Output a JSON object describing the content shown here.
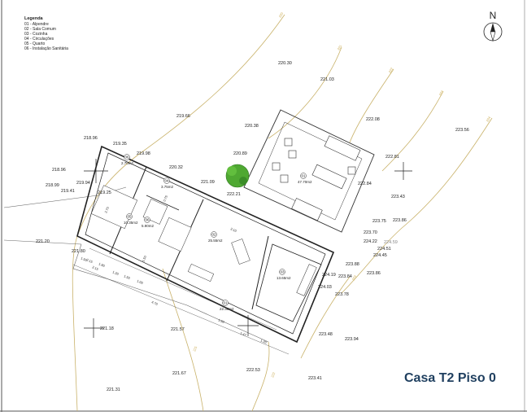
{
  "legend": {
    "title": "Legenda",
    "items": [
      "01 - Alpendre",
      "02 - Sala Comum",
      "03 - Cozinha",
      "04 - Circulações",
      "05 - Quarto",
      "06 - Instalação Sanitária"
    ]
  },
  "north_label": "N",
  "title": "Casa T2 Piso 0",
  "elevations": [
    {
      "value": "220.30"
    },
    {
      "value": "221.03"
    },
    {
      "value": "219.66"
    },
    {
      "value": "220.38"
    },
    {
      "value": "222.08"
    },
    {
      "value": "223.56"
    },
    {
      "value": "218.96"
    },
    {
      "value": "219.35"
    },
    {
      "value": "219.98"
    },
    {
      "value": "220.32"
    },
    {
      "value": "220.89"
    },
    {
      "value": "222.81"
    },
    {
      "value": "218.96"
    },
    {
      "value": "218.99"
    },
    {
      "value": "219.41"
    },
    {
      "value": "219.94"
    },
    {
      "value": "221.09"
    },
    {
      "value": "222.21"
    },
    {
      "value": "222.84"
    },
    {
      "value": "223.43"
    },
    {
      "value": "223.75"
    },
    {
      "value": "223.86"
    },
    {
      "value": "223.70"
    },
    {
      "value": "224.22"
    },
    {
      "value": "224.51"
    },
    {
      "value": "224.45"
    },
    {
      "value": "221.20"
    },
    {
      "value": "221.80"
    },
    {
      "value": "223.88"
    },
    {
      "value": "223.86"
    },
    {
      "value": "224.19"
    },
    {
      "value": "223.84"
    },
    {
      "value": "224.03"
    },
    {
      "value": "223.78"
    },
    {
      "value": "221.18"
    },
    {
      "value": "221.57"
    },
    {
      "value": "223.48"
    },
    {
      "value": "223.94"
    },
    {
      "value": "221.67"
    },
    {
      "value": "222.53"
    },
    {
      "value": "223.41"
    },
    {
      "value": "221.31"
    },
    {
      "value": "219.25"
    },
    {
      "value": "224.59"
    }
  ],
  "contours": [
    "220",
    "221",
    "222",
    "223",
    "224",
    "221",
    "222",
    "223"
  ],
  "rooms": [
    {
      "num": "01",
      "area": "47.70m2"
    },
    {
      "num": "02",
      "area": "25.55m2"
    },
    {
      "num": "03",
      "area": "13.65m2"
    },
    {
      "num": "04",
      "area": "3.75m2"
    },
    {
      "num": "05",
      "area": "10.35m2"
    },
    {
      "num": "06",
      "area": "5.90m2"
    },
    {
      "num": "06",
      "area": "2.70m2"
    },
    {
      "num": "01",
      "area": "22.30m2"
    }
  ],
  "dimensions": [
    "4.70",
    "1.50",
    "1.47",
    "1.20",
    "2.15",
    "1.50",
    "1.00",
    "1.20",
    "3.10",
    "1.50",
    "0.75",
    "2.70",
    "2.15",
    "1.80",
    "1.50"
  ]
}
